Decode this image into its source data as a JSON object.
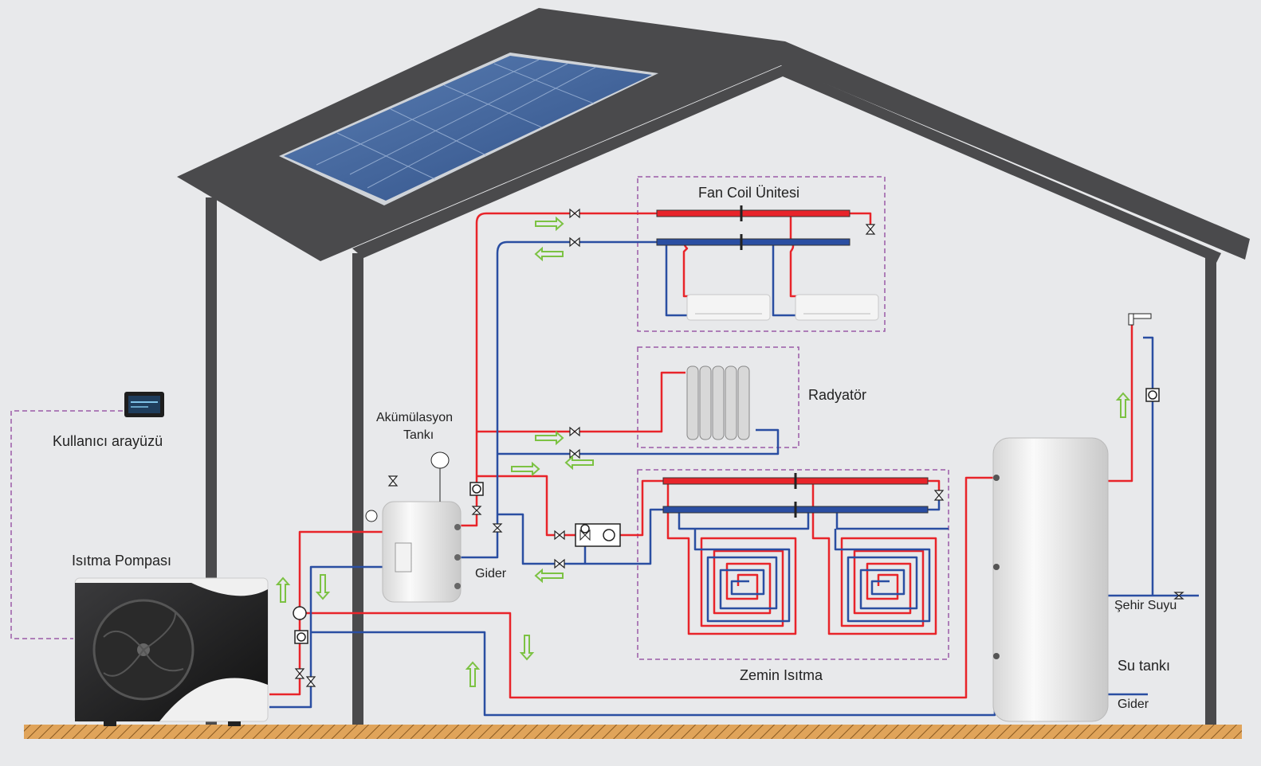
{
  "labels": {
    "fan_coil": "Fan Coil Ünitesi",
    "radiator": "Radyatör",
    "floor_heating": "Zemin Isıtma",
    "buffer_tank_line1": "Akümülasyon",
    "buffer_tank_line2": "Tankı",
    "buffer_drain": "Gider",
    "heat_pump": "Isıtma Pompası",
    "user_interface": "Kullanıcı arayüzü",
    "city_water": "Şehir Suyu",
    "water_tank": "Su tankı",
    "tank_drain": "Gider"
  },
  "colors": {
    "hot_pipe": "#e8242a",
    "cold_pipe": "#2a4ea2",
    "flow_arrow": "#7cc243",
    "group_border": "#9b5ba8",
    "house": "#4a4a4c",
    "background": "#e8e9eb",
    "ground": "#d99a4e"
  }
}
